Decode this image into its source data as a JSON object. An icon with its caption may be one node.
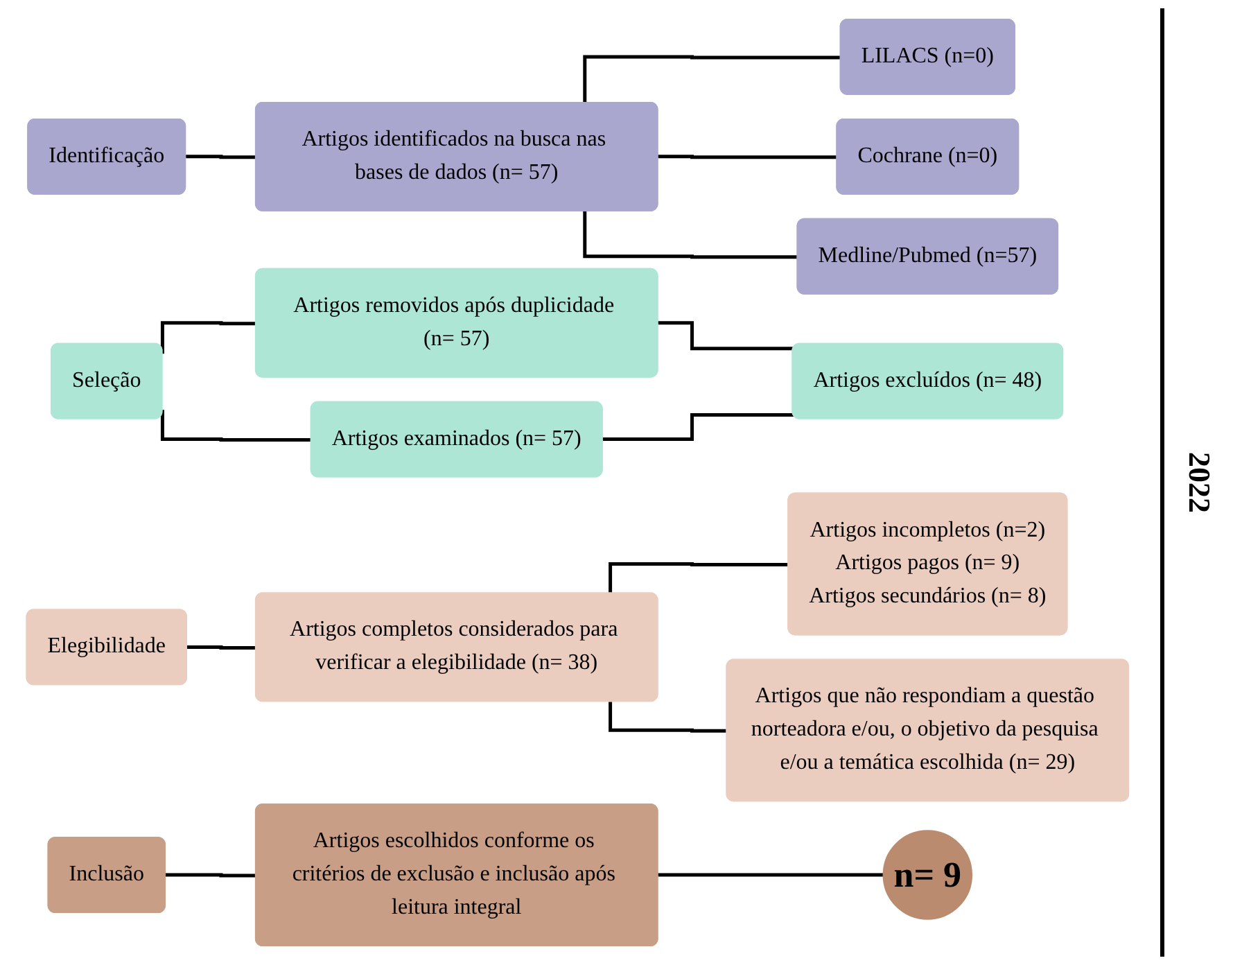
{
  "diagram": {
    "nodes": [
      {
        "text": [
          "Identificação"
        ]
      },
      {
        "text": [
          "Artigos identificados na busca nas bases de dados (n= 57)"
        ]
      },
      {
        "text": [
          "LILACS (n=0)"
        ]
      },
      {
        "text": [
          "Cochrane (n=0)"
        ]
      },
      {
        "text": [
          "Medline/Pubmed (n=57)"
        ]
      },
      {
        "text": [
          "Seleção"
        ]
      },
      {
        "text": [
          "Artigos removidos após duplicidade (n= 57)"
        ]
      },
      {
        "text": [
          "Artigos examinados (n= 57)"
        ]
      },
      {
        "text": [
          "Artigos excluídos (n= 48)"
        ]
      },
      {
        "text": [
          "Elegibilidade"
        ]
      },
      {
        "text": [
          "Artigos completos considerados para verificar a elegibilidade (n= 38)"
        ]
      },
      {
        "text": [
          "Artigos incompletos (n=2)",
          "Artigos pagos (n= 9)",
          "Artigos secundários (n= 8)"
        ]
      },
      {
        "text": [
          "Artigos que não respondiam a questão norteadora e/ou, o objetivo da pesquisa e/ou a temática escolhida (n= 29)"
        ]
      },
      {
        "text": [
          "Inclusão"
        ]
      },
      {
        "text": [
          "Artigos escolhidos conforme os critérios de exclusão e inclusão após leitura integral"
        ]
      },
      {
        "text": [
          "n= 9"
        ]
      }
    ],
    "edges": [
      {
        "from": 0,
        "to": 1,
        "arrow": "none"
      },
      {
        "from": 1,
        "to": 2,
        "arrow": "none"
      },
      {
        "from": 1,
        "to": 3,
        "arrow": "none"
      },
      {
        "from": 1,
        "to": 4,
        "arrow": "none"
      },
      {
        "from": 5,
        "to": 6,
        "arrow": "none"
      },
      {
        "from": 5,
        "to": 7,
        "arrow": "none"
      },
      {
        "from": 6,
        "to": 8,
        "arrow": "none"
      },
      {
        "from": 7,
        "to": 8,
        "arrow": "none"
      },
      {
        "from": 9,
        "to": 10,
        "arrow": "none"
      },
      {
        "from": 10,
        "to": 11,
        "arrow": "none"
      },
      {
        "from": 10,
        "to": 12,
        "arrow": "none"
      },
      {
        "from": 13,
        "to": 14,
        "arrow": "none"
      },
      {
        "from": 14,
        "to": 15,
        "arrow": "none"
      }
    ],
    "labels": [
      "2022"
    ]
  }
}
